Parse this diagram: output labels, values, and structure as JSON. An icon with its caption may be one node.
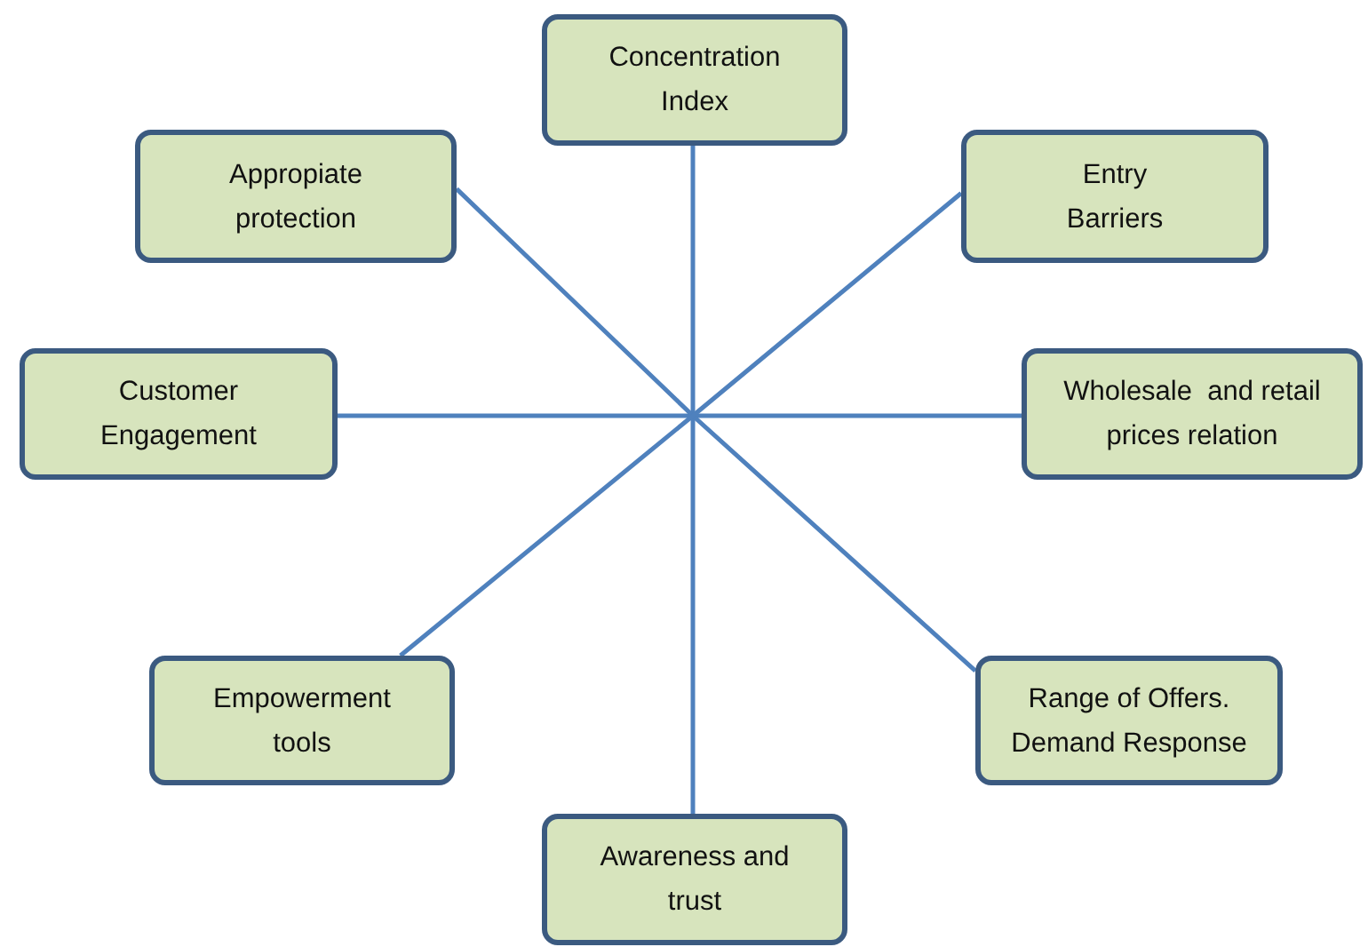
{
  "diagram": {
    "nodes": [
      {
        "text": [
          "Concentration Index"
        ]
      },
      {
        "text": [
          "Appropiate protection"
        ]
      },
      {
        "text": [
          "Entry Barriers"
        ]
      },
      {
        "text": [
          "Customer Engagement"
        ]
      },
      {
        "text": [
          "Wholesale  and retail prices relation"
        ]
      },
      {
        "text": [
          "Empowerment tools"
        ]
      },
      {
        "text": [
          "Range of Offers. Demand Response"
        ]
      },
      {
        "text": [
          "Awareness and trust"
        ]
      }
    ],
    "edges": [
      {
        "from": 0,
        "to": 7,
        "arrow": "none"
      },
      {
        "from": 3,
        "to": 4,
        "arrow": "none"
      },
      {
        "from": 1,
        "to": 6,
        "arrow": "none"
      },
      {
        "from": 2,
        "to": 5,
        "arrow": "none"
      }
    ]
  }
}
